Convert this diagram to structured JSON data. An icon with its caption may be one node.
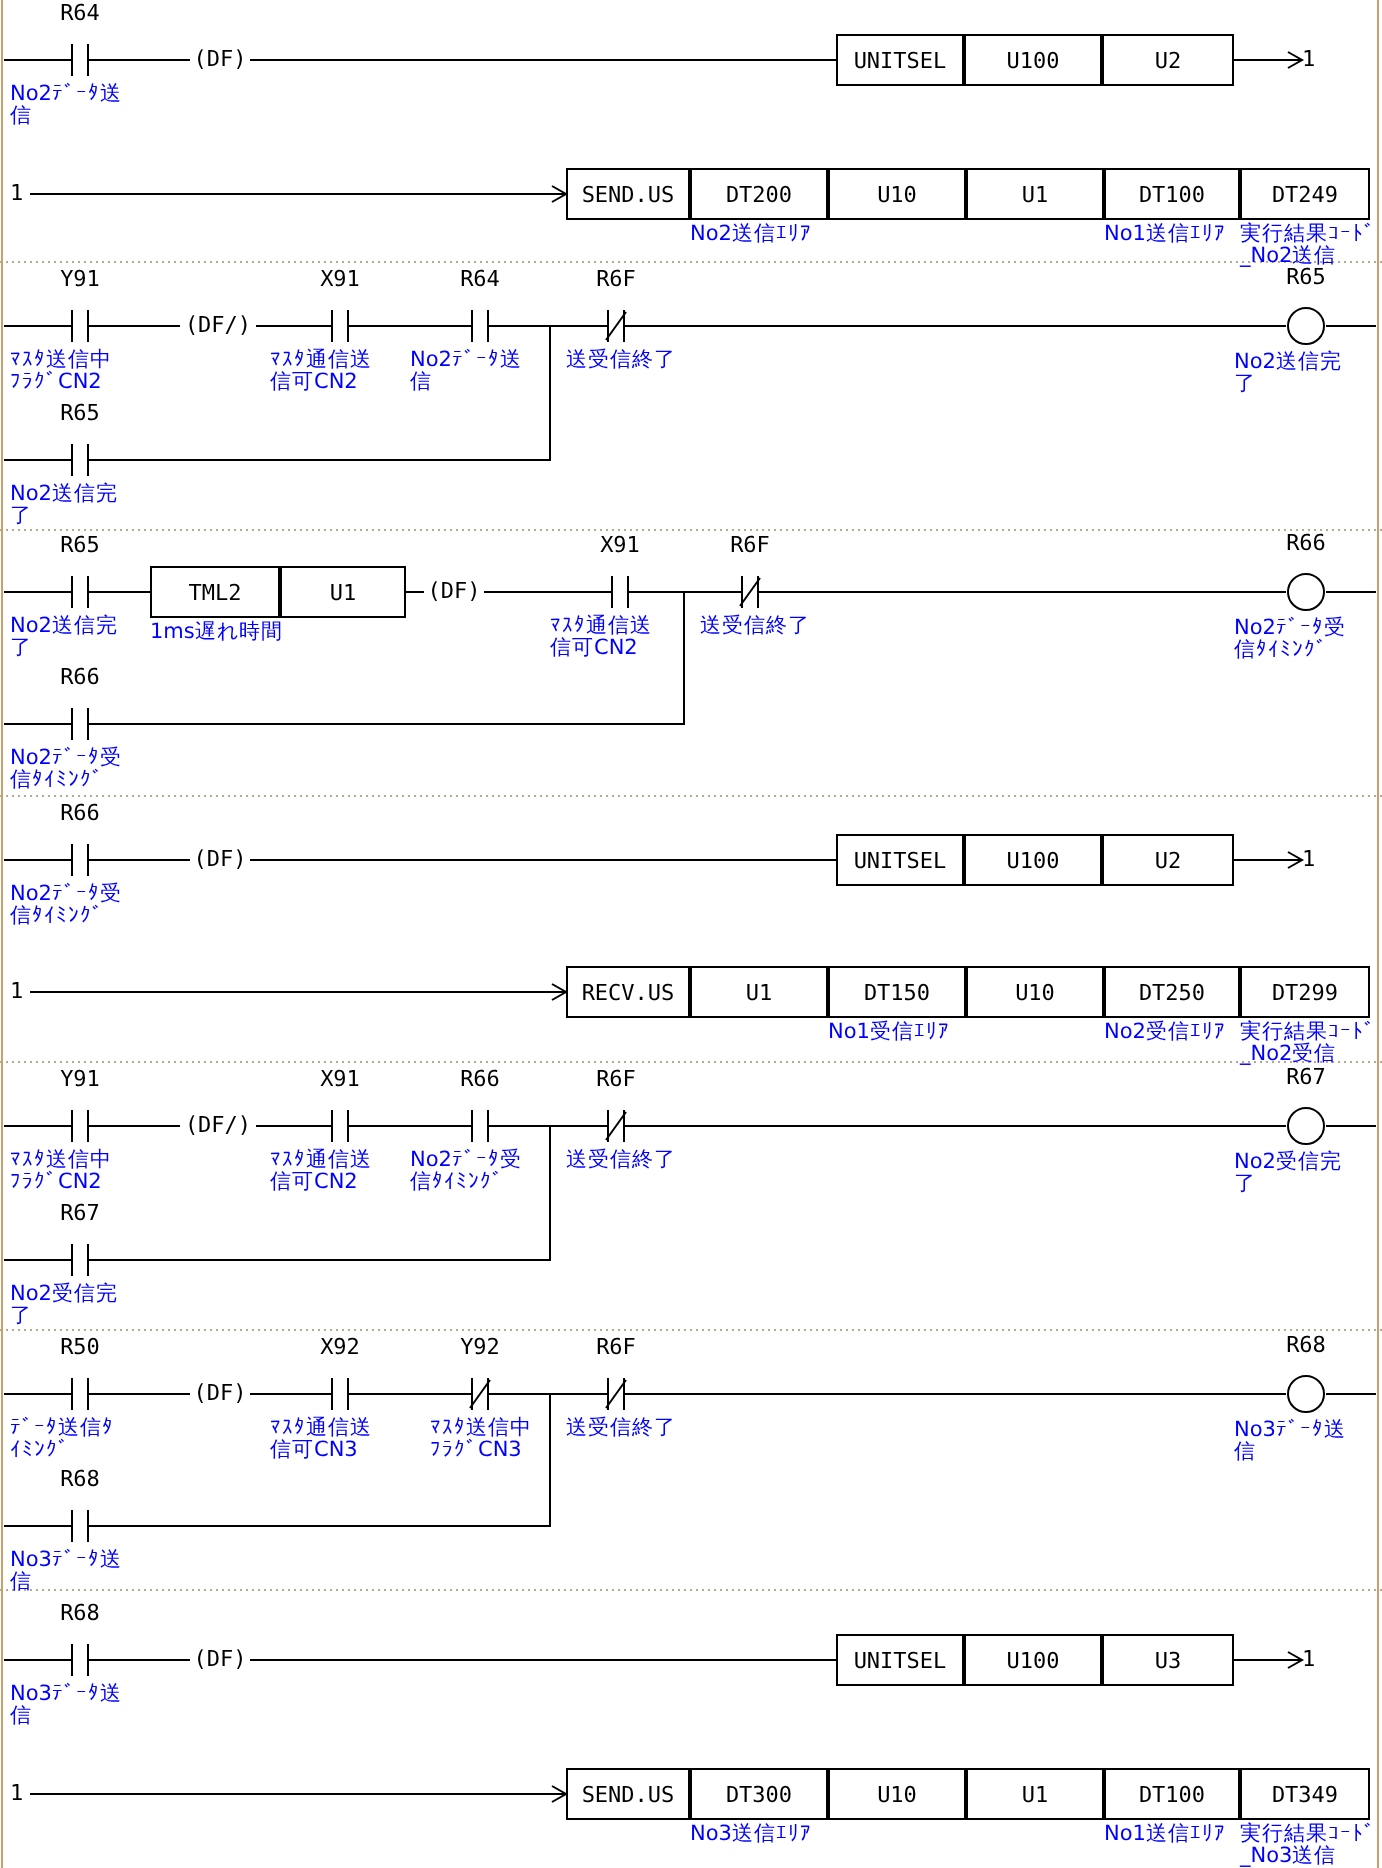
{
  "diagram": {
    "nodes": [
      {
        "text": [
          "R64"
        ],
        "beside": [
          "No2ﾃﾞｰﾀ送信"
        ]
      },
      {
        "text": [
          "(DF)"
        ]
      },
      {
        "text": [
          "UNITSEL"
        ]
      },
      {
        "text": [
          "U100"
        ]
      },
      {
        "text": [
          "U2"
        ]
      },
      {
        "text": [
          "1"
        ]
      },
      {
        "text": [
          "1"
        ]
      },
      {
        "text": [
          "SEND.US"
        ]
      },
      {
        "text": [
          "DT200"
        ],
        "beside": [
          "No2送信ｴﾘｱ"
        ]
      },
      {
        "text": [
          "U10"
        ]
      },
      {
        "text": [
          "U1"
        ]
      },
      {
        "text": [
          "DT100"
        ],
        "beside": [
          "No1送信ｴﾘｱ"
        ]
      },
      {
        "text": [
          "DT249"
        ],
        "beside": [
          "実行結果ｺｰﾄﾞ_No2送信"
        ]
      },
      {
        "text": [
          "Y91"
        ],
        "beside": [
          "ﾏｽﾀ送信中ﾌﾗｸﾞCN2"
        ]
      },
      {
        "text": [
          "(DF/)"
        ]
      },
      {
        "text": [
          "X91"
        ],
        "beside": [
          "ﾏｽﾀ通信送信可CN2"
        ]
      },
      {
        "text": [
          "R64"
        ],
        "beside": [
          "No2ﾃﾞｰﾀ送信"
        ]
      },
      {
        "text": [
          "R6F"
        ],
        "beside": [
          "送受信終了"
        ]
      },
      {
        "text": [
          "R65"
        ],
        "beside": [
          "No2送信完了"
        ]
      },
      {
        "text": [
          "R65"
        ],
        "beside": [
          "No2送信完了"
        ]
      },
      {
        "text": [
          "R65"
        ],
        "beside": [
          "No2送信完了"
        ]
      },
      {
        "text": [
          "TML2"
        ],
        "beside": [
          "1ms遅れ時間"
        ]
      },
      {
        "text": [
          "U1"
        ]
      },
      {
        "text": [
          "(DF)"
        ]
      },
      {
        "text": [
          "X91"
        ],
        "beside": [
          "ﾏｽﾀ通信送信可CN2"
        ]
      },
      {
        "text": [
          "R6F"
        ],
        "beside": [
          "送受信終了"
        ]
      },
      {
        "text": [
          "R66"
        ],
        "beside": [
          "No2ﾃﾞｰﾀ受信ﾀｲﾐﾝｸﾞ"
        ]
      },
      {
        "text": [
          "R66"
        ],
        "beside": [
          "No2ﾃﾞｰﾀ受信ﾀｲﾐﾝｸﾞ"
        ]
      },
      {
        "text": [
          "R66"
        ],
        "beside": [
          "No2ﾃﾞｰﾀ受信ﾀｲﾐﾝｸﾞ"
        ]
      },
      {
        "text": [
          "(DF)"
        ]
      },
      {
        "text": [
          "UNITSEL"
        ]
      },
      {
        "text": [
          "U100"
        ]
      },
      {
        "text": [
          "U2"
        ]
      },
      {
        "text": [
          "1"
        ]
      },
      {
        "text": [
          "1"
        ]
      },
      {
        "text": [
          "RECV.US"
        ]
      },
      {
        "text": [
          "U1"
        ]
      },
      {
        "text": [
          "DT150"
        ],
        "beside": [
          "No1受信ｴﾘｱ"
        ]
      },
      {
        "text": [
          "U10"
        ]
      },
      {
        "text": [
          "DT250"
        ],
        "beside": [
          "No2受信ｴﾘｱ"
        ]
      },
      {
        "text": [
          "DT299"
        ],
        "beside": [
          "実行結果ｺｰﾄﾞ_No2受信"
        ]
      },
      {
        "text": [
          "Y91"
        ],
        "beside": [
          "ﾏｽﾀ送信中ﾌﾗｸﾞCN2"
        ]
      },
      {
        "text": [
          "(DF/)"
        ]
      },
      {
        "text": [
          "X91"
        ],
        "beside": [
          "ﾏｽﾀ通信送信可CN2"
        ]
      },
      {
        "text": [
          "R66"
        ],
        "beside": [
          "No2ﾃﾞｰﾀ受信ﾀｲﾐﾝｸﾞ"
        ]
      },
      {
        "text": [
          "R6F"
        ],
        "beside": [
          "送受信終了"
        ]
      },
      {
        "text": [
          "R67"
        ],
        "beside": [
          "No2受信完了"
        ]
      },
      {
        "text": [
          "R67"
        ],
        "beside": [
          "No2受信完了"
        ]
      },
      {
        "text": [
          "R50"
        ],
        "beside": [
          "ﾃﾞｰﾀ送信ﾀｲﾐﾝｸﾞ"
        ]
      },
      {
        "text": [
          "(DF)"
        ]
      },
      {
        "text": [
          "X92"
        ],
        "beside": [
          "ﾏｽﾀ通信送信可CN3"
        ]
      },
      {
        "text": [
          "Y92"
        ],
        "beside": [
          "ﾏｽﾀ送信中ﾌﾗｸﾞCN3"
        ]
      },
      {
        "text": [
          "R6F"
        ],
        "beside": [
          "送受信終了"
        ]
      },
      {
        "text": [
          "R68"
        ],
        "beside": [
          "No3ﾃﾞｰﾀ送信"
        ]
      },
      {
        "text": [
          "R68"
        ],
        "beside": [
          "No3ﾃﾞｰﾀ送信"
        ]
      },
      {
        "text": [
          "R68"
        ],
        "beside": [
          "No3ﾃﾞｰﾀ送信"
        ]
      },
      {
        "text": [
          "(DF)"
        ]
      },
      {
        "text": [
          "UNITSEL"
        ]
      },
      {
        "text": [
          "U100"
        ]
      },
      {
        "text": [
          "U3"
        ]
      },
      {
        "text": [
          "1"
        ]
      },
      {
        "text": [
          "1"
        ]
      },
      {
        "text": [
          "SEND.US"
        ]
      },
      {
        "text": [
          "DT300"
        ],
        "beside": [
          "No3送信ｴﾘｱ"
        ]
      },
      {
        "text": [
          "U10"
        ]
      },
      {
        "text": [
          "U1"
        ]
      },
      {
        "text": [
          "DT100"
        ],
        "beside": [
          "No1送信ｴﾘｱ"
        ]
      },
      {
        "text": [
          "DT349"
        ],
        "beside": [
          "実行結果ｺｰﾄﾞ_No3送信"
        ]
      }
    ],
    "edges": [
      {
        "from": null,
        "to": 0,
        "arrow": "none"
      },
      {
        "from": 0,
        "to": 1,
        "arrow": "none"
      },
      {
        "from": 1,
        "to": 2,
        "arrow": "none"
      },
      {
        "from": 4,
        "to": 5,
        "arrow": "to"
      },
      {
        "from": 6,
        "to": 7,
        "arrow": "to"
      },
      {
        "from": null,
        "to": 13,
        "arrow": "none"
      },
      {
        "from": 13,
        "to": 14,
        "arrow": "none"
      },
      {
        "from": 14,
        "to": 15,
        "arrow": "none"
      },
      {
        "from": 15,
        "to": 16,
        "arrow": "none"
      },
      {
        "from": 16,
        "to": 17,
        "arrow": "none"
      },
      {
        "from": 17,
        "to": 18,
        "arrow": "none"
      },
      {
        "from": 18,
        "to": null,
        "arrow": "none"
      },
      {
        "from": null,
        "to": 19,
        "arrow": "none"
      },
      {
        "from": 19,
        "to": 17,
        "arrow": "none"
      },
      {
        "from": null,
        "to": 20,
        "arrow": "none"
      },
      {
        "from": 20,
        "to": 21,
        "arrow": "none"
      },
      {
        "from": 22,
        "to": 23,
        "arrow": "none"
      },
      {
        "from": 23,
        "to": 24,
        "arrow": "none"
      },
      {
        "from": 24,
        "to": 25,
        "arrow": "none"
      },
      {
        "from": 25,
        "to": 26,
        "arrow": "none"
      },
      {
        "from": 26,
        "to": null,
        "arrow": "none"
      },
      {
        "from": null,
        "to": 27,
        "arrow": "none"
      },
      {
        "from": 27,
        "to": 25,
        "arrow": "none"
      },
      {
        "from": null,
        "to": 28,
        "arrow": "none"
      },
      {
        "from": 28,
        "to": 29,
        "arrow": "none"
      },
      {
        "from": 29,
        "to": 30,
        "arrow": "none"
      },
      {
        "from": 32,
        "to": 33,
        "arrow": "to"
      },
      {
        "from": 34,
        "to": 35,
        "arrow": "to"
      },
      {
        "from": null,
        "to": 41,
        "arrow": "none"
      },
      {
        "from": 41,
        "to": 42,
        "arrow": "none"
      },
      {
        "from": 42,
        "to": 43,
        "arrow": "none"
      },
      {
        "from": 43,
        "to": 44,
        "arrow": "none"
      },
      {
        "from": 44,
        "to": 45,
        "arrow": "none"
      },
      {
        "from": 45,
        "to": 46,
        "arrow": "none"
      },
      {
        "from": 46,
        "to": null,
        "arrow": "none"
      },
      {
        "from": null,
        "to": 47,
        "arrow": "none"
      },
      {
        "from": 47,
        "to": 45,
        "arrow": "none"
      },
      {
        "from": null,
        "to": 48,
        "arrow": "none"
      },
      {
        "from": 48,
        "to": 49,
        "arrow": "none"
      },
      {
        "from": 49,
        "to": 50,
        "arrow": "none"
      },
      {
        "from": 50,
        "to": 51,
        "arrow": "none"
      },
      {
        "from": 51,
        "to": 52,
        "arrow": "none"
      },
      {
        "from": 52,
        "to": 53,
        "arrow": "none"
      },
      {
        "from": 53,
        "to": null,
        "arrow": "none"
      },
      {
        "from": null,
        "to": 54,
        "arrow": "none"
      },
      {
        "from": 54,
        "to": 52,
        "arrow": "none"
      },
      {
        "from": null,
        "to": 55,
        "arrow": "none"
      },
      {
        "from": 55,
        "to": 56,
        "arrow": "none"
      },
      {
        "from": 56,
        "to": 57,
        "arrow": "none"
      },
      {
        "from": 59,
        "to": 60,
        "arrow": "to"
      },
      {
        "from": 61,
        "to": 62,
        "arrow": "to"
      }
    ]
  }
}
